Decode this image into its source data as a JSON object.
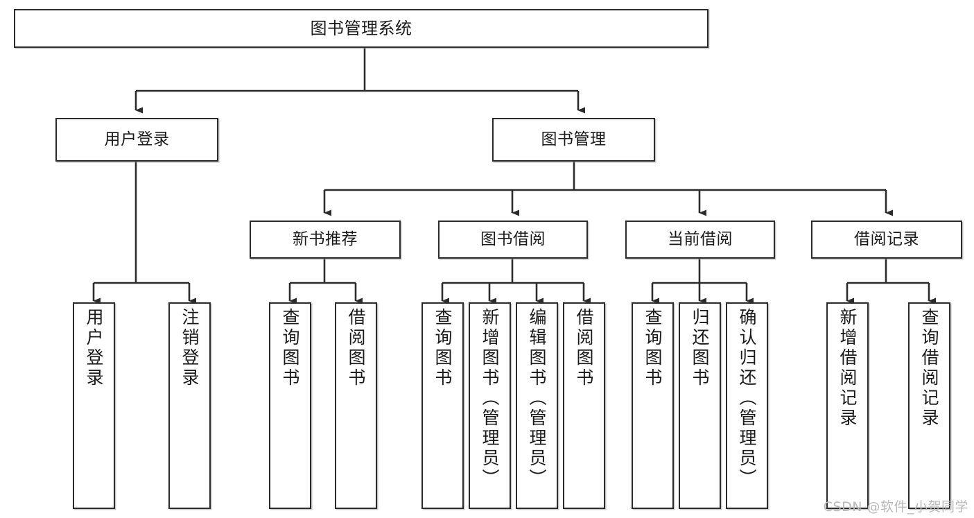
{
  "diagram": {
    "title": "图书管理系统",
    "watermark": "CSDN @软件_小贺同学",
    "line_color": "#2b2b2b",
    "box_border_color": "#2b2b2b",
    "text_color": "#1a1a1a",
    "background": "#ffffff"
  },
  "nodes": {
    "root": {
      "label": "图书管理系统"
    },
    "level2": [
      {
        "label": "用户登录"
      },
      {
        "label": "图书管理"
      }
    ],
    "level3": [
      {
        "label": "新书推荐"
      },
      {
        "label": "图书借阅"
      },
      {
        "label": "当前借阅"
      },
      {
        "label": "借阅记录"
      }
    ],
    "leaves": {
      "user_login": [
        {
          "label": "用户登录"
        },
        {
          "label": "注销登录"
        }
      ],
      "new_book_recommend": [
        {
          "label": "查询图书"
        },
        {
          "label": "借阅图书"
        }
      ],
      "book_borrow": [
        {
          "label": "查询图书"
        },
        {
          "label": "新增图书（管理员）"
        },
        {
          "label": "编辑图书（管理员）"
        },
        {
          "label": "借阅图书"
        }
      ],
      "current_borrow": [
        {
          "label": "查询图书"
        },
        {
          "label": "归还图书"
        },
        {
          "label": "确认归还（管理员）"
        }
      ],
      "borrow_record": [
        {
          "label": "新增借阅记录"
        },
        {
          "label": "查询借阅记录"
        }
      ]
    }
  }
}
